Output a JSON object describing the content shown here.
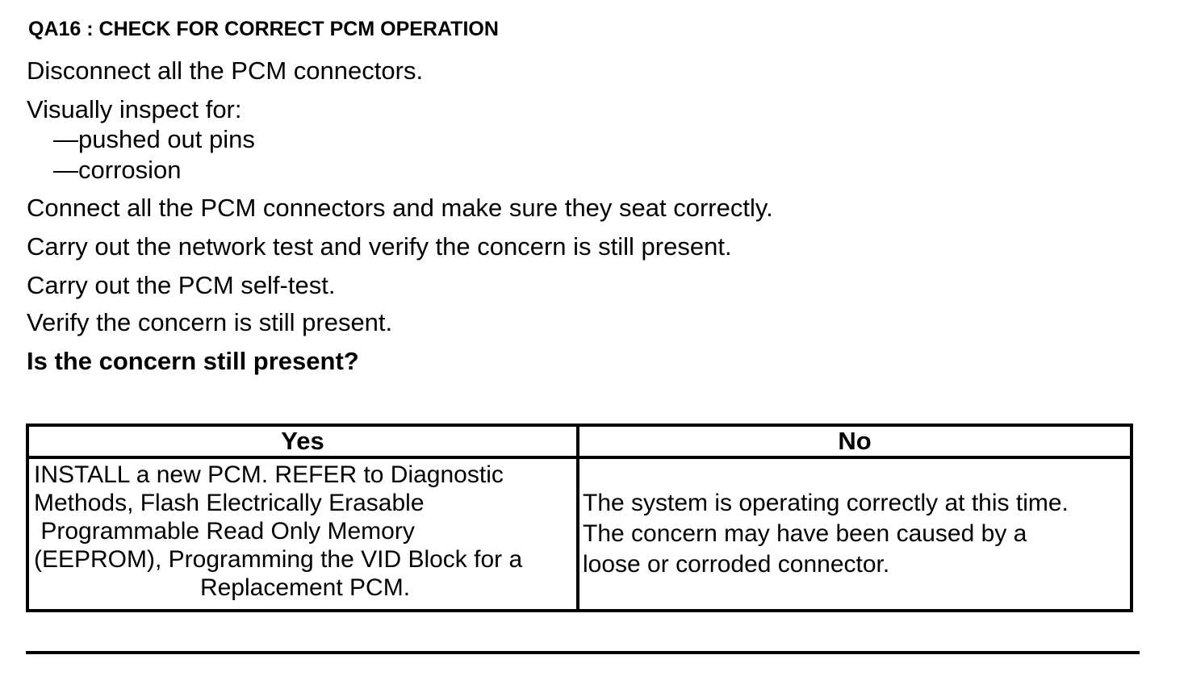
{
  "title": "QA16 : CHECK FOR CORRECT PCM OPERATION",
  "steps": {
    "disconnect": "Disconnect all the PCM connectors.",
    "inspect": "Visually inspect for:",
    "inspect_items": [
      "—pushed out pins",
      "—corrosion"
    ],
    "connect": "Connect all the PCM connectors and make sure they seat correctly.",
    "network_test": "Carry out the network test and verify the concern is still present.",
    "self_test": "Carry out the PCM self-test.",
    "verify": "Verify the concern is still present."
  },
  "question": "Is the concern still present?",
  "table": {
    "headers": [
      "Yes",
      "No"
    ],
    "yes_lines": [
      "INSTALL a new PCM. REFER to Diagnostic",
      "Methods,  Flash Electrically Erasable",
      " Programmable Read Only Memory",
      "(EEPROM), Programming the VID Block for a",
      "Replacement PCM."
    ],
    "no_lines": [
      "The system is operating correctly at this time.",
      "The concern may have been caused by a",
      "loose or corroded connector."
    ]
  }
}
